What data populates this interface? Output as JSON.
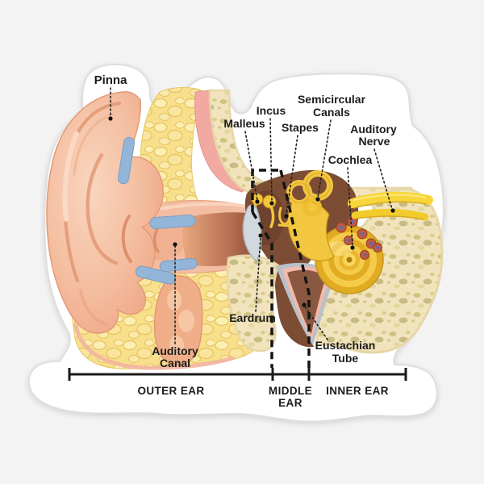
{
  "labels": {
    "pinna": "Pinna",
    "malleus": "Malleus",
    "incus": "Incus",
    "stapes": "Stapes",
    "semicircular_canals_line1": "Semicircular",
    "semicircular_canals_line2": "Canals",
    "auditory_nerve_line1": "Auditory",
    "auditory_nerve_line2": "Nerve",
    "cochlea": "Cochlea",
    "eardrum": "Eardrum",
    "auditory_canal_line1": "Auditory",
    "auditory_canal_line2": "Canal",
    "eustachian_tube_line1": "Eustachian",
    "eustachian_tube_line2": "Tube"
  },
  "scale_bar": {
    "outer_ear": "OUTER EAR",
    "middle_ear_line1": "MIDDLE",
    "middle_ear_line2": "EAR",
    "inner_ear": "INNER EAR"
  },
  "colors": {
    "background": "#f3f3f4",
    "sticker": "#ffffff",
    "sticker_edge": "#dedede",
    "skin": "#f4bc9e",
    "canal_skin": "#f3bda4",
    "fat": "#f7df8c",
    "bone": "#f1e4bd",
    "bone_speckle": "#8f8433",
    "pink_band": "#f2a9a2",
    "cartilage_blue": "#93b5d7",
    "cavity_brown": "#7c4c34",
    "ossicle_gold": "#f2c63e",
    "cochlea_gold": "#e8b62e",
    "nerve_yellow": "#f7d63a",
    "eardrum_gray": "#d2d9de",
    "eustachian_gray": "#b9c1c8",
    "eustachian_brown": "#8a5741",
    "gland_salmon": "#efae88",
    "vessel_red": "#c05a42",
    "vessel_blue": "#5a6fae",
    "label_text": "#1b1b1b",
    "scale_line": "#1b1b1b"
  }
}
